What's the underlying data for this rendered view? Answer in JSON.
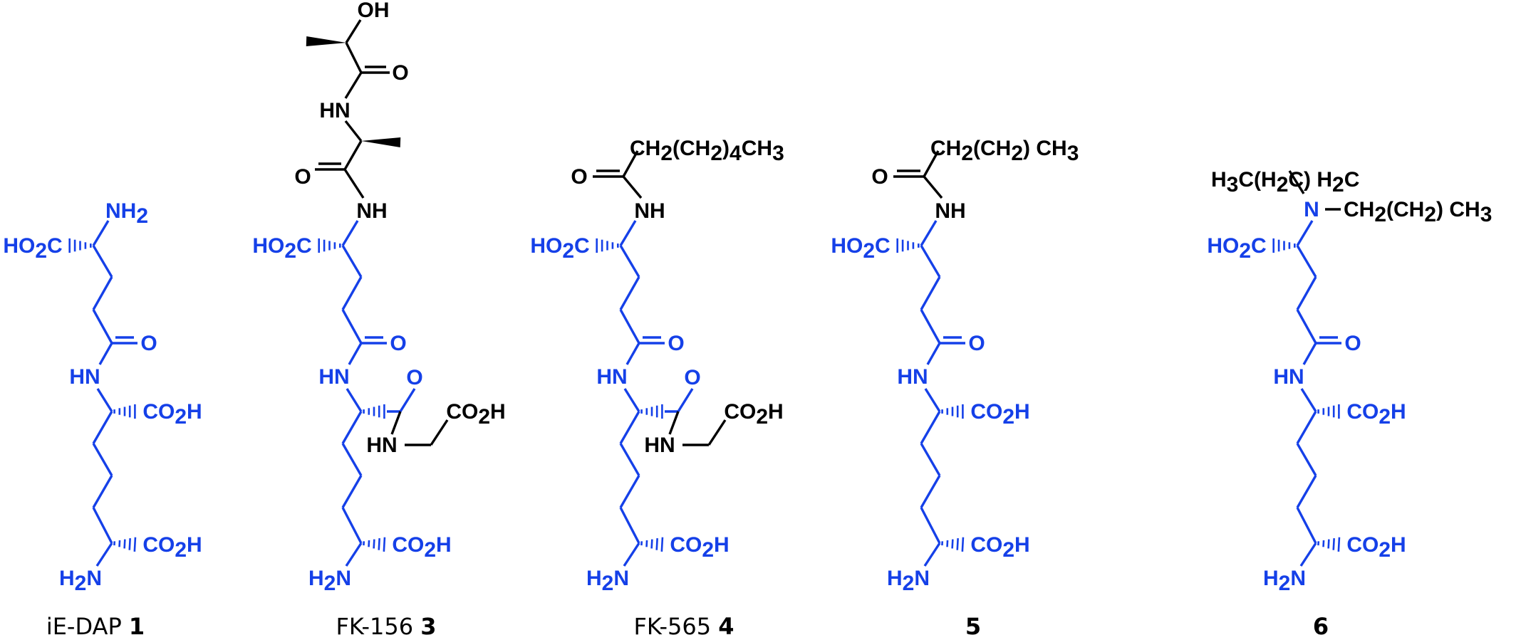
{
  "colors": {
    "core": "#1540e8",
    "side": "#000000",
    "background": "#ffffff"
  },
  "compounds": [
    {
      "id": "1",
      "name": "iE-DAP",
      "number": "1",
      "sidechain": "none"
    },
    {
      "id": "3",
      "name": "FK-156",
      "number": "3",
      "sidechain": "lactyl-alanyl",
      "amide_extension": "glycine"
    },
    {
      "id": "4",
      "name": "FK-565",
      "number": "4",
      "sidechain": "acyl",
      "acyl_text": "CH2(CH2)4CH3",
      "amide_extension": "glycine"
    },
    {
      "id": "5",
      "name": "",
      "number": "5",
      "sidechain": "acyl",
      "acyl_text": "CH2(CH2) CH3"
    },
    {
      "id": "6",
      "name": "",
      "number": "6",
      "sidechain": "dialkylamino",
      "amine_label_left": "H3C(H2C) H2C",
      "amine_label_right": "CH2(CH2) CH3"
    }
  ],
  "atom_labels": {
    "nh2": "NH2",
    "ho2c": "HO2C",
    "o": "O",
    "hn": "HN",
    "nh": "NH",
    "co2h": "CO2H",
    "h2n": "H2N",
    "oh": "OH",
    "n": "N"
  }
}
